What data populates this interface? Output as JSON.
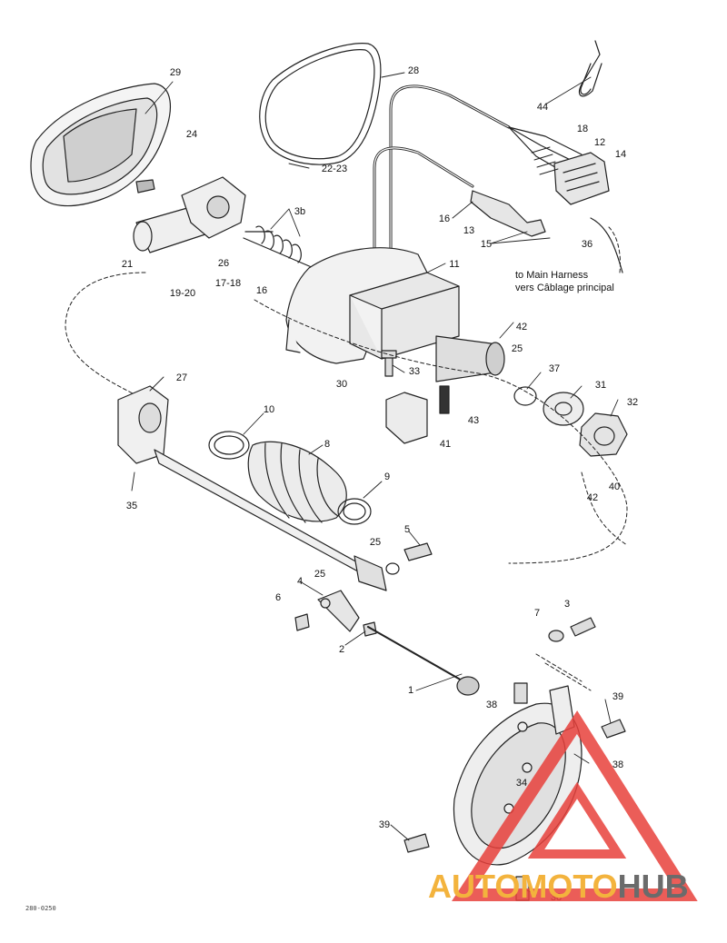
{
  "callouts": [
    {
      "text": "29",
      "pos": "p29"
    },
    {
      "text": "28",
      "pos": "p28"
    },
    {
      "text": "44",
      "pos": "p44"
    },
    {
      "text": "18",
      "pos": "p18"
    },
    {
      "text": "12",
      "pos": "p12"
    },
    {
      "text": "14",
      "pos": "p14"
    },
    {
      "text": "24",
      "pos": "p24"
    },
    {
      "text": "22-23",
      "pos": "p22"
    },
    {
      "text": "3b",
      "pos": "p3b"
    },
    {
      "text": "16",
      "pos": "p16a"
    },
    {
      "text": "13",
      "pos": "p13"
    },
    {
      "text": "15",
      "pos": "p15"
    },
    {
      "text": "36",
      "pos": "p36"
    },
    {
      "text": "21",
      "pos": "p21"
    },
    {
      "text": "26",
      "pos": "p26"
    },
    {
      "text": "11",
      "pos": "p11"
    },
    {
      "text": "17-18",
      "pos": "p1718"
    },
    {
      "text": "19-20",
      "pos": "p1920"
    },
    {
      "text": "16",
      "pos": "p16b"
    },
    {
      "text": "42",
      "pos": "p42a"
    },
    {
      "text": "25",
      "pos": "p25a"
    },
    {
      "text": "33",
      "pos": "p33"
    },
    {
      "text": "30",
      "pos": "p30"
    },
    {
      "text": "37",
      "pos": "p37"
    },
    {
      "text": "27",
      "pos": "p27"
    },
    {
      "text": "31",
      "pos": "p31"
    },
    {
      "text": "32",
      "pos": "p32"
    },
    {
      "text": "10",
      "pos": "p10"
    },
    {
      "text": "43",
      "pos": "p43"
    },
    {
      "text": "41",
      "pos": "p41"
    },
    {
      "text": "8",
      "pos": "p8"
    },
    {
      "text": "42",
      "pos": "p42b"
    },
    {
      "text": "40",
      "pos": "p40"
    },
    {
      "text": "9",
      "pos": "p9"
    },
    {
      "text": "35",
      "pos": "p35"
    },
    {
      "text": "5",
      "pos": "p5"
    },
    {
      "text": "25",
      "pos": "p25b"
    },
    {
      "text": "4",
      "pos": "p4"
    },
    {
      "text": "25",
      "pos": "p25c"
    },
    {
      "text": "6",
      "pos": "p6"
    },
    {
      "text": "2",
      "pos": "p2"
    },
    {
      "text": "7",
      "pos": "p7"
    },
    {
      "text": "3",
      "pos": "p3"
    },
    {
      "text": "1",
      "pos": "p1"
    },
    {
      "text": "38",
      "pos": "p38a"
    },
    {
      "text": "39",
      "pos": "p39a"
    },
    {
      "text": "38",
      "pos": "p38b"
    },
    {
      "text": "34",
      "pos": "p34"
    },
    {
      "text": "39",
      "pos": "p39b"
    },
    {
      "text": "38",
      "pos": "p38c"
    }
  ],
  "harness_note": {
    "line1": "to Main Harness",
    "line2": "vers Câblage principal"
  },
  "drawing_code": "280-0250",
  "watermark": {
    "part1": "AUTOMOTO",
    "part2": "HUB",
    "color_primary": "#f3b33d",
    "color_secondary": "#6b6b6b",
    "triangle_color": "#e8413c"
  }
}
